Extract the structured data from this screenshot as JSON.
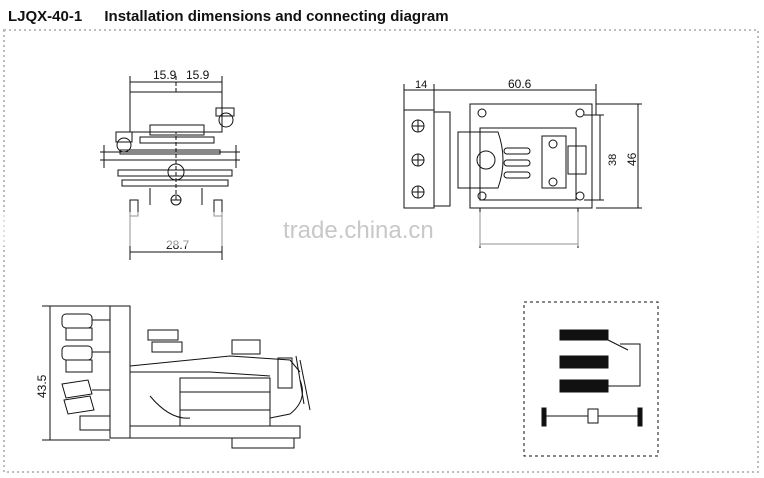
{
  "header": {
    "model": "LJQX-40-1",
    "title": "Installation dimensions and connecting diagram"
  },
  "top_left_view": {
    "dim_left": "15.9",
    "dim_right": "15.9",
    "dim_bottom": "28.7"
  },
  "top_right_view": {
    "dim_left": "14",
    "dim_width": "60.6",
    "dim_inner_height": "38",
    "dim_outer_height": "46"
  },
  "side_view": {
    "dim_height": "43.5"
  },
  "watermark": {
    "text": "trade.china.cn"
  },
  "colors": {
    "line": "#111111",
    "border_dots": "#bdbdbd",
    "watermark": "#c8c8c8"
  }
}
